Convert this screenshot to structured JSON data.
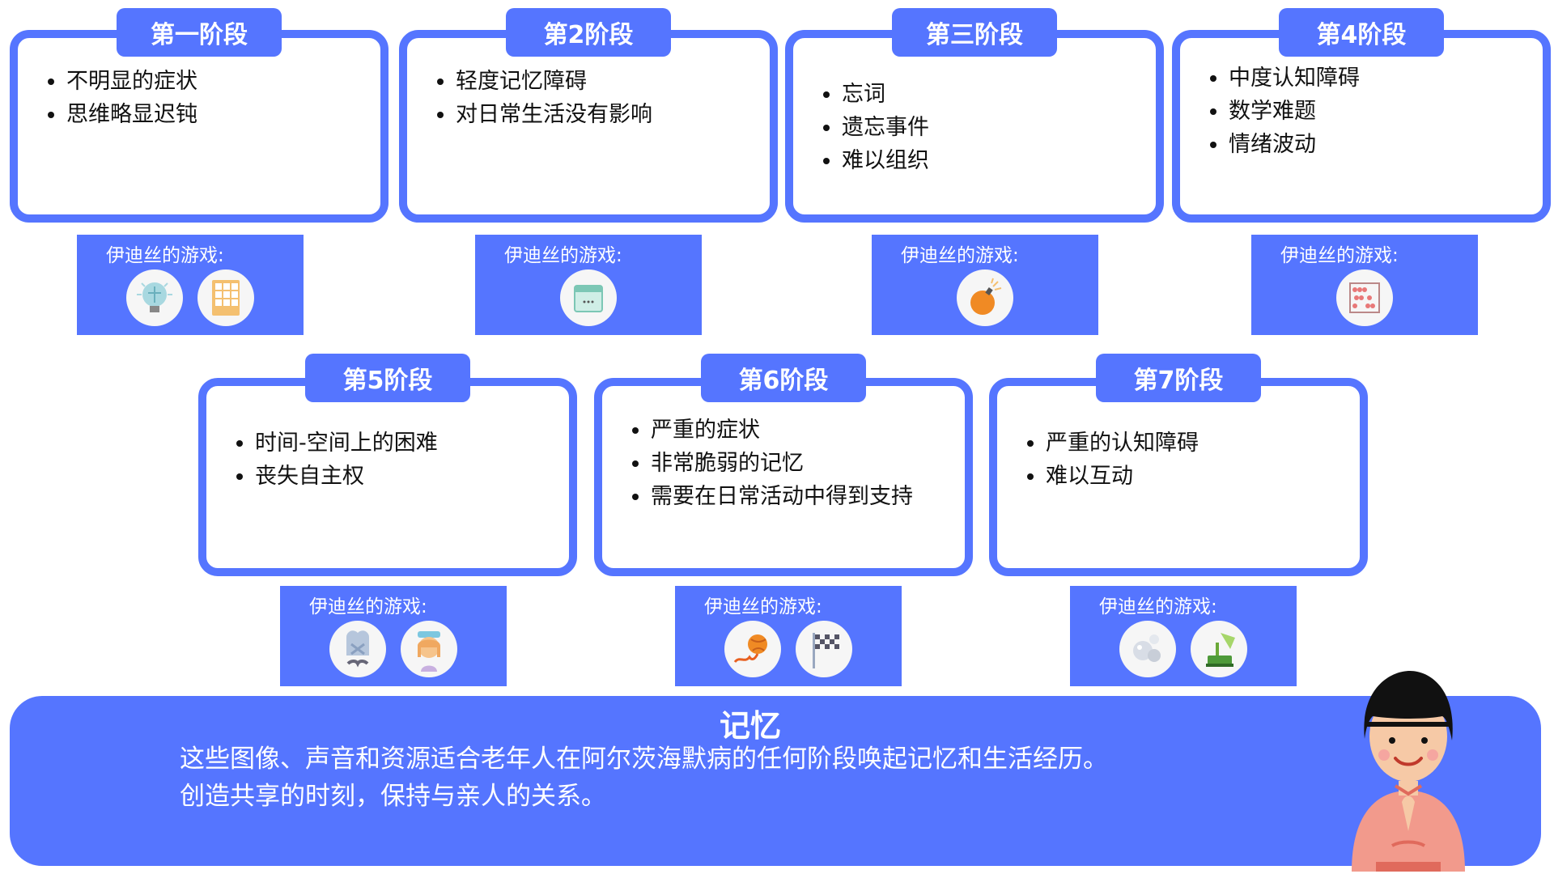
{
  "stages": [
    {
      "title": "第一阶段",
      "bullets": [
        "不明显的症状",
        "思维略显迟钝"
      ],
      "games_label": "伊迪丝的游戏:",
      "icons": [
        "brain-bulb-icon",
        "sudoku-icon"
      ]
    },
    {
      "title": "第2阶段",
      "bullets": [
        "轻度记忆障碍",
        "对日常生活没有影响"
      ],
      "games_label": "伊迪丝的游戏:",
      "icons": [
        "calendar-icon"
      ]
    },
    {
      "title": "第三阶段",
      "bullets": [
        "忘词",
        "遗忘事件",
        "难以组织"
      ],
      "games_label": "伊迪丝的游戏:",
      "icons": [
        "bomb-icon"
      ]
    },
    {
      "title": "第4阶段",
      "bullets": [
        "中度认知障碍",
        "数学难题",
        "情绪波动"
      ],
      "games_label": "伊迪丝的游戏:",
      "icons": [
        "abacus-icon"
      ]
    },
    {
      "title": "第5阶段",
      "bullets": [
        "时间-空间上的困难",
        "丧失自主权"
      ],
      "games_label": "伊迪丝的游戏:",
      "icons": [
        "chef-icon",
        "girl-face-icon"
      ]
    },
    {
      "title": "第6阶段",
      "bullets": [
        "严重的症状",
        "非常脆弱的记忆",
        "需要在日常活动中得到支持"
      ],
      "games_label": "伊迪丝的游戏:",
      "icons": [
        "ball-icon",
        "checkered-flag-icon"
      ]
    },
    {
      "title": "第7阶段",
      "bullets": [
        "严重的认知障碍",
        "难以互动"
      ],
      "games_label": "伊迪丝的游戏:",
      "icons": [
        "bubbles-icon",
        "gramophone-icon"
      ]
    }
  ],
  "memory": {
    "title": "记忆",
    "line1": "这些图像、声音和资源适合老年人在阿尔茨海默病的任何阶段唤起记忆和生活经历。",
    "line2": "创造共享的时刻，保持与亲人的关系。"
  },
  "colors": {
    "accent": "#5575ff",
    "background": "#ffffff"
  }
}
